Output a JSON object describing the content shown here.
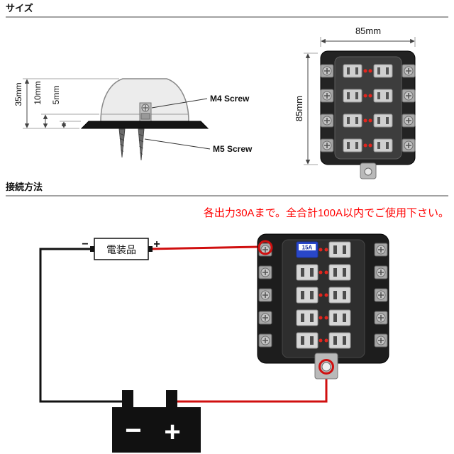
{
  "size_section": {
    "heading": "サイズ",
    "side_view": {
      "dim_height_total": "35mm",
      "dim_height_base": "10mm",
      "dim_height_plate": "5mm",
      "m4_label": "M4 Screw",
      "m5_label": "M5 Screw"
    },
    "top_view": {
      "dim_width": "85mm",
      "dim_height": "85mm"
    }
  },
  "connection_section": {
    "heading": "接続方法",
    "warning": "各出力30Aまで。全合計100A以内でご使用下さい。",
    "device": {
      "label": "電装品",
      "minus": "−",
      "plus": "+"
    },
    "fuse": {
      "label": "15A"
    },
    "battery": {
      "minus": "−",
      "plus": "+"
    }
  },
  "colors": {
    "warning_red": "#ff0000",
    "wire_red": "#d00f0f",
    "wire_black": "#111111",
    "fuse_blue": "#2947c9",
    "led_red": "#e2251d"
  }
}
